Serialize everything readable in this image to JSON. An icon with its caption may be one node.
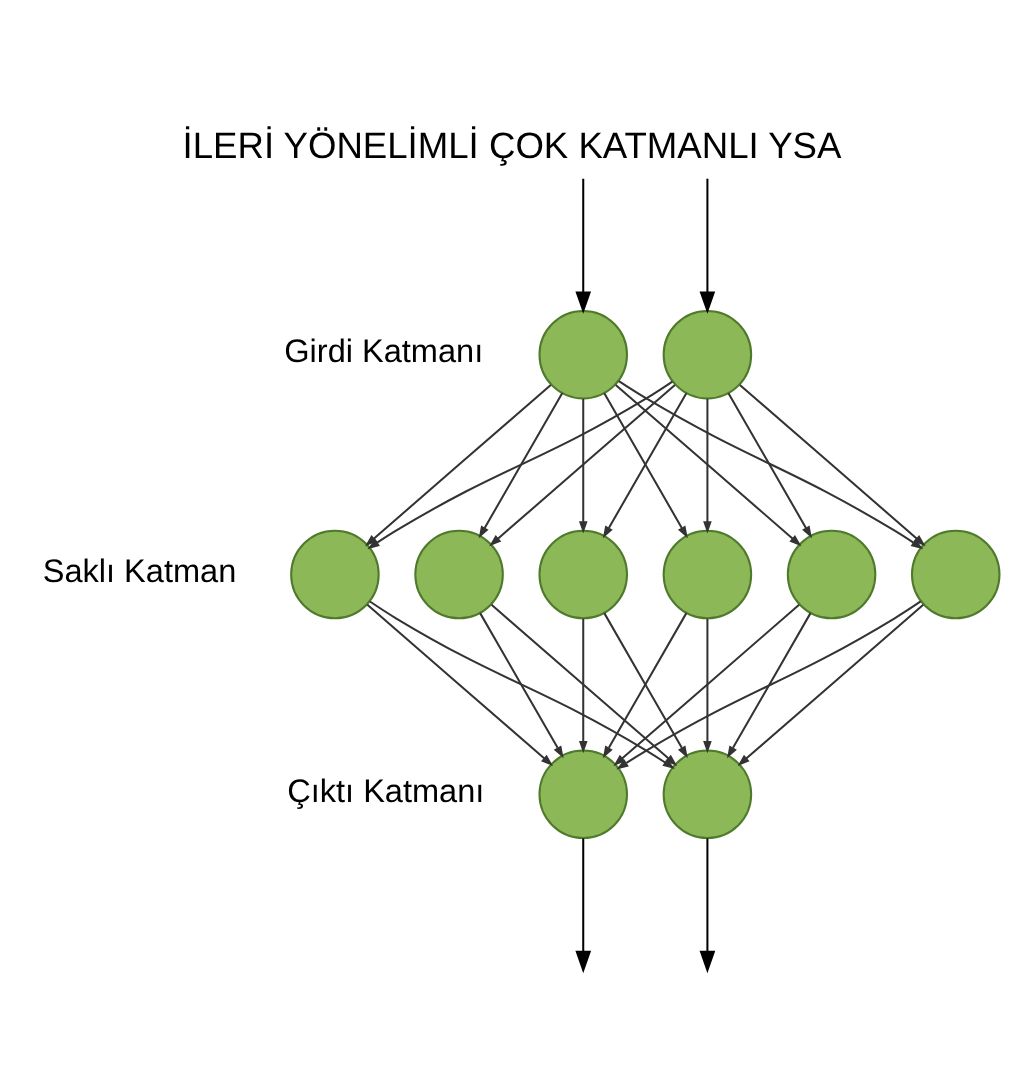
{
  "diagram": {
    "title": "İLERİ YÖNELİMLİ ÇOK KATMANLI YSA",
    "nodes": [
      {
        "text": [],
        "shape": "circle"
      },
      {
        "text": [],
        "shape": "circle"
      },
      {
        "text": [],
        "shape": "circle"
      },
      {
        "text": [],
        "shape": "circle"
      },
      {
        "text": [],
        "shape": "circle"
      },
      {
        "text": [],
        "shape": "circle"
      },
      {
        "text": [],
        "shape": "circle"
      },
      {
        "text": [],
        "shape": "circle"
      },
      {
        "text": [],
        "shape": "circle"
      },
      {
        "text": [],
        "shape": "circle"
      }
    ],
    "edges": [
      {
        "from": null,
        "to": 0,
        "arrow": "to"
      },
      {
        "from": null,
        "to": 1,
        "arrow": "to"
      },
      {
        "from": 0,
        "to": 2,
        "arrow": "to"
      },
      {
        "from": 0,
        "to": 3,
        "arrow": "to"
      },
      {
        "from": 0,
        "to": 4,
        "arrow": "to"
      },
      {
        "from": 0,
        "to": 5,
        "arrow": "to"
      },
      {
        "from": 0,
        "to": 6,
        "arrow": "to"
      },
      {
        "from": 0,
        "to": 7,
        "arrow": "to"
      },
      {
        "from": 1,
        "to": 2,
        "arrow": "to"
      },
      {
        "from": 1,
        "to": 3,
        "arrow": "to"
      },
      {
        "from": 1,
        "to": 4,
        "arrow": "to"
      },
      {
        "from": 1,
        "to": 5,
        "arrow": "to"
      },
      {
        "from": 1,
        "to": 6,
        "arrow": "to"
      },
      {
        "from": 1,
        "to": 7,
        "arrow": "to"
      },
      {
        "from": 2,
        "to": 8,
        "arrow": "to"
      },
      {
        "from": 2,
        "to": 9,
        "arrow": "to"
      },
      {
        "from": 3,
        "to": 8,
        "arrow": "to"
      },
      {
        "from": 3,
        "to": 9,
        "arrow": "to"
      },
      {
        "from": 4,
        "to": 8,
        "arrow": "to"
      },
      {
        "from": 4,
        "to": 9,
        "arrow": "to"
      },
      {
        "from": 5,
        "to": 8,
        "arrow": "to"
      },
      {
        "from": 5,
        "to": 9,
        "arrow": "to"
      },
      {
        "from": 6,
        "to": 8,
        "arrow": "to"
      },
      {
        "from": 6,
        "to": 9,
        "arrow": "to"
      },
      {
        "from": 7,
        "to": 8,
        "arrow": "to"
      },
      {
        "from": 7,
        "to": 9,
        "arrow": "to"
      },
      {
        "from": 8,
        "to": null,
        "arrow": "to"
      },
      {
        "from": 9,
        "to": null,
        "arrow": "to"
      }
    ],
    "labels": [
      "Girdi Katmanı",
      "Saklı Katman",
      "Çıktı Katmanı"
    ]
  }
}
